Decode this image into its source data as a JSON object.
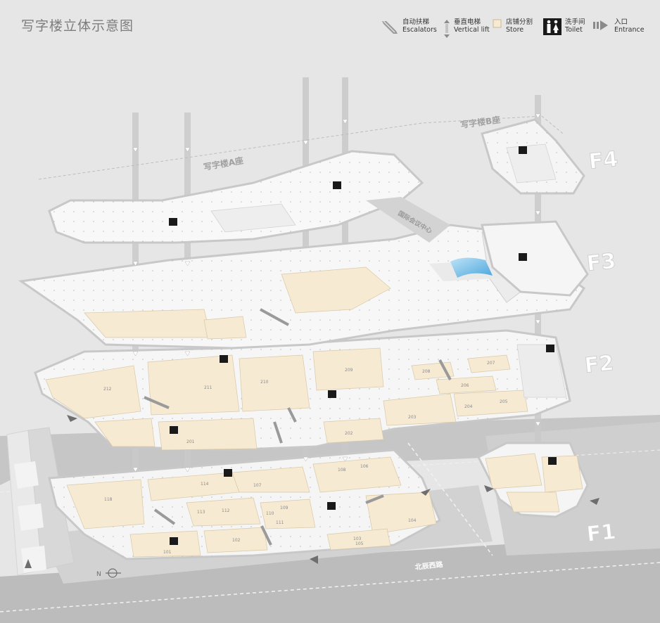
{
  "title": "写字楼立体示意图",
  "legend": {
    "escalators": {
      "zh": "自动扶梯",
      "en": "Escalators"
    },
    "lift": {
      "zh": "垂直电梯",
      "en": "Vertical lift"
    },
    "store": {
      "zh": "店铺分割",
      "en": "Store"
    },
    "toilet": {
      "zh": "洗手间",
      "en": "Toilet"
    },
    "entrance": {
      "zh": "入口",
      "en": "Entrance"
    }
  },
  "floors": [
    "F4",
    "F3",
    "F2",
    "F1"
  ],
  "blocks": {
    "a": "写字楼A座",
    "b": "写字楼B座",
    "center": "国际会议中心"
  },
  "street": "北辰西路",
  "north": "N",
  "units": {
    "f2": [
      "212",
      "211",
      "210",
      "209",
      "208",
      "207",
      "206",
      "205",
      "204",
      "203",
      "202",
      "201"
    ],
    "f1": [
      "118",
      "114",
      "113",
      "112",
      "111",
      "110",
      "109",
      "108",
      "107",
      "106",
      "105",
      "104",
      "103",
      "102",
      "101"
    ]
  },
  "colors": {
    "background": "#e6e6e6",
    "floor": "#f7f7f7",
    "store": "#f7ead3",
    "road": "#b8b8b8",
    "shaft": "#c4c4c4",
    "accent_blue": "#7cc0ea"
  }
}
